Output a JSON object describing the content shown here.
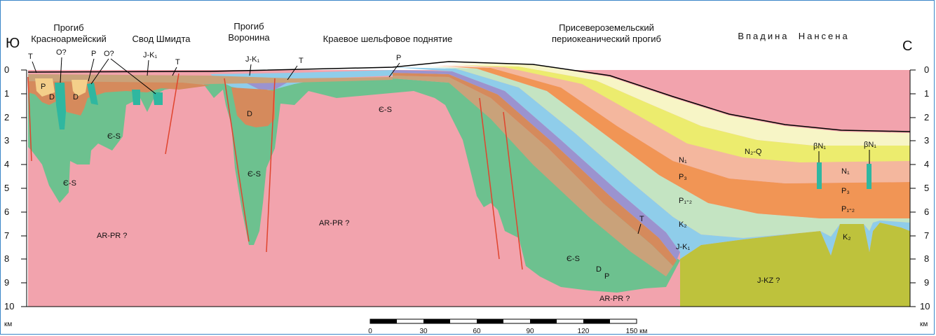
{
  "titles": {
    "trough_krasnoarmeisky": [
      "Прогиб",
      "Красноармейский"
    ],
    "svod_shmidta": "Свод Шмидта",
    "trough_voronina": [
      "Прогиб",
      "Воронина"
    ],
    "kraevoe": "Краевое шельфовое поднятие",
    "priseverozemelsky": [
      "Присевероземельский",
      "периокеанический прогиб"
    ],
    "vpadina_nansena": "Впадина  Нансена"
  },
  "directions": {
    "south": "Ю",
    "north": "С"
  },
  "depth_ticks": [
    "0",
    "1",
    "2",
    "3",
    "4",
    "5",
    "6",
    "7",
    "8",
    "9",
    "10"
  ],
  "depth_unit": "км",
  "scale_bar": {
    "ticks": [
      "0",
      "30",
      "60",
      "90",
      "120",
      "150 км"
    ]
  },
  "top_labels": [
    "T",
    "O?",
    "P",
    "O?",
    "J-K₁",
    "T",
    "J-K₁",
    "T",
    "P"
  ],
  "formations": {
    "cs": "Є-S",
    "arpr": "AR-PR ?",
    "d": "D",
    "p": "P",
    "n2q": "N₂-Q",
    "n1": "N₁",
    "p3": "P₃",
    "p12": "P₁-₂",
    "k2": "K₂",
    "jk1": "J-K₁",
    "t": "T",
    "jkz": "J-KZ ?",
    "bn1": "βN₁"
  },
  "colors": {
    "basement": "#f2a3ad",
    "cambrian_silurian": "#6dc18f",
    "devonian": "#d58a5c",
    "permian": "#f4cf8a",
    "triassic": "#c9a27a",
    "jurassic_cretaceous": "#8fcdea",
    "t_band": "#9b93cf",
    "k2": "#c4e4c2",
    "p12": "#f19555",
    "p3": "#f4b79e",
    "n1": "#ecec6e",
    "n2q": "#f7f5c6",
    "jkz": "#bec23c",
    "fault": "#e0442d",
    "border": "#3a86c8"
  }
}
